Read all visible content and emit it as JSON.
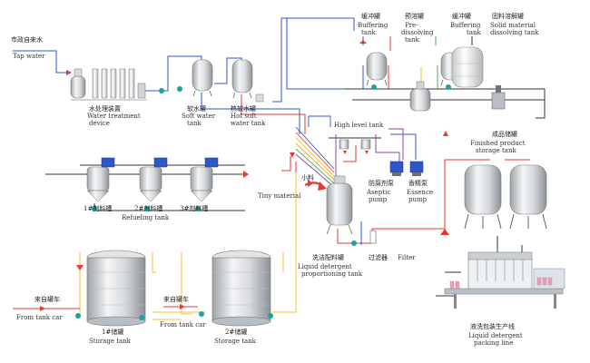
{
  "labels": {
    "city_water_cn": "市政自来水",
    "tap_water": "Tap water",
    "water_treatment_cn": "水处理装置",
    "water_treatment_en_1": "Water treatment",
    "water_treatment_en_2": "device",
    "soft_water_cn": "软水罐",
    "soft_water_en_1": "Soft water",
    "soft_water_en_2": "tank",
    "hot_soft_cn": "热软水罐",
    "hot_soft_en_1": "Hot soft",
    "hot_soft_en_2": "water tank",
    "buffering_cn_1": "缓冲罐",
    "buffering_en_1a": "Buffering",
    "buffering_en_1b": "tank",
    "predissolving_cn": "预溶罐",
    "predissolving_en_1": "Pre-",
    "predissolving_en_2": "dissolving",
    "predissolving_en_3": "tank",
    "buffering_cn_2": "缓冲罐",
    "buffering_en_2a": "Buffering",
    "buffering_en_2b": "tank",
    "solid_cn": "固料溶解罐",
    "solid_en_1": "Solid material",
    "solid_en_2": "dissolving tank",
    "high_level_tank": "High level tank",
    "finished_cn": "成品储罐",
    "finished_en_1": "Finished product",
    "finished_en_2": "storage tank",
    "refuel_1_cn": "1#剂料槽",
    "refuel_2_cn": "2#剂料槽",
    "refuel_3_cn": "3#剂料槽",
    "refueling_tank": "Refueling tank",
    "tiny_cn": "小料",
    "tiny_material": "Tiny material",
    "aseptic_cn": "防腐剂泵",
    "aseptic_en_1": "Aseptic",
    "aseptic_en_2": "pump",
    "essence_cn": "香精泵",
    "essence_en_1": "Essence",
    "essence_en_2": "pump",
    "detergent_cn": "洗洁配料罐",
    "detergent_en_1": "Liquid detergent",
    "detergent_en_2": "proportioning tank",
    "filter_cn": "过滤器",
    "filter_en": "Filter",
    "packing_cn": "液洗包装生产线",
    "packing_en_1": "Liquid detergent",
    "packing_en_2": "packing line",
    "from_tank_car_cn_1": "来自罐车",
    "from_tank_car_1": "From tank car",
    "from_tank_car_cn_2": "来自罐车",
    "from_tank_car_2": "From tank car",
    "storage_1_cn": "1#储罐",
    "storage_1_en": "Storage tank",
    "storage_2_cn": "2#储罐",
    "storage_2_en": "Storage tank"
  },
  "colors": {
    "blue_line": "#2f56c8",
    "red_line": "#e53935",
    "yellow_line": "#f2c230",
    "orange_line": "#f0a040",
    "green_line": "#4caf50",
    "purple_line": "#8e44ad",
    "dark_line": "#333333",
    "pump_green": "#1aa59a",
    "tank_fill": "#d8dadc"
  }
}
